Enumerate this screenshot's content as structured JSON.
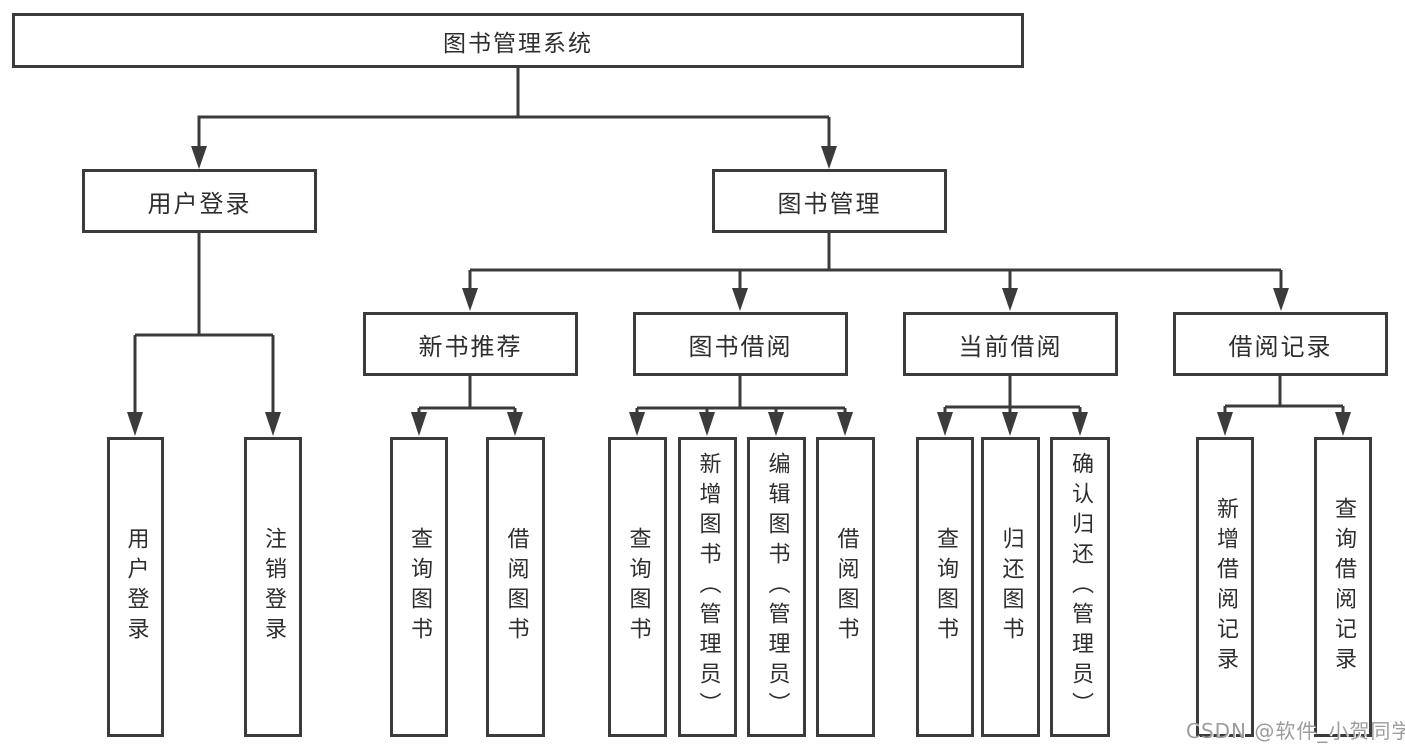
{
  "diagram": {
    "type": "hierarchy-tree",
    "root": {
      "label": "图书管理系统",
      "children": [
        {
          "label": "用户登录",
          "children": [
            {
              "label": "用户登录"
            },
            {
              "label": "注销登录"
            }
          ]
        },
        {
          "label": "图书管理",
          "children": [
            {
              "label": "新书推荐",
              "children": [
                {
                  "label": "查询图书"
                },
                {
                  "label": "借阅图书"
                }
              ]
            },
            {
              "label": "图书借阅",
              "children": [
                {
                  "label": "查询图书"
                },
                {
                  "label": "新增图书（管理员）"
                },
                {
                  "label": "编辑图书（管理员）"
                },
                {
                  "label": "借阅图书"
                }
              ]
            },
            {
              "label": "当前借阅",
              "children": [
                {
                  "label": "查询图书"
                },
                {
                  "label": "归还图书"
                },
                {
                  "label": "确认归还（管理员）"
                }
              ]
            },
            {
              "label": "借阅记录",
              "children": [
                {
                  "label": "新增借阅记录"
                },
                {
                  "label": "查询借阅记录"
                }
              ]
            }
          ]
        }
      ]
    }
  },
  "watermark": {
    "text": "CSDN @软件_小贺同学"
  },
  "colors": {
    "line": "#3b3b3b",
    "box_border": "#3b3b3b",
    "text": "#2e2e2e",
    "watermark": "#9c9c9c",
    "background": "#ffffff"
  }
}
